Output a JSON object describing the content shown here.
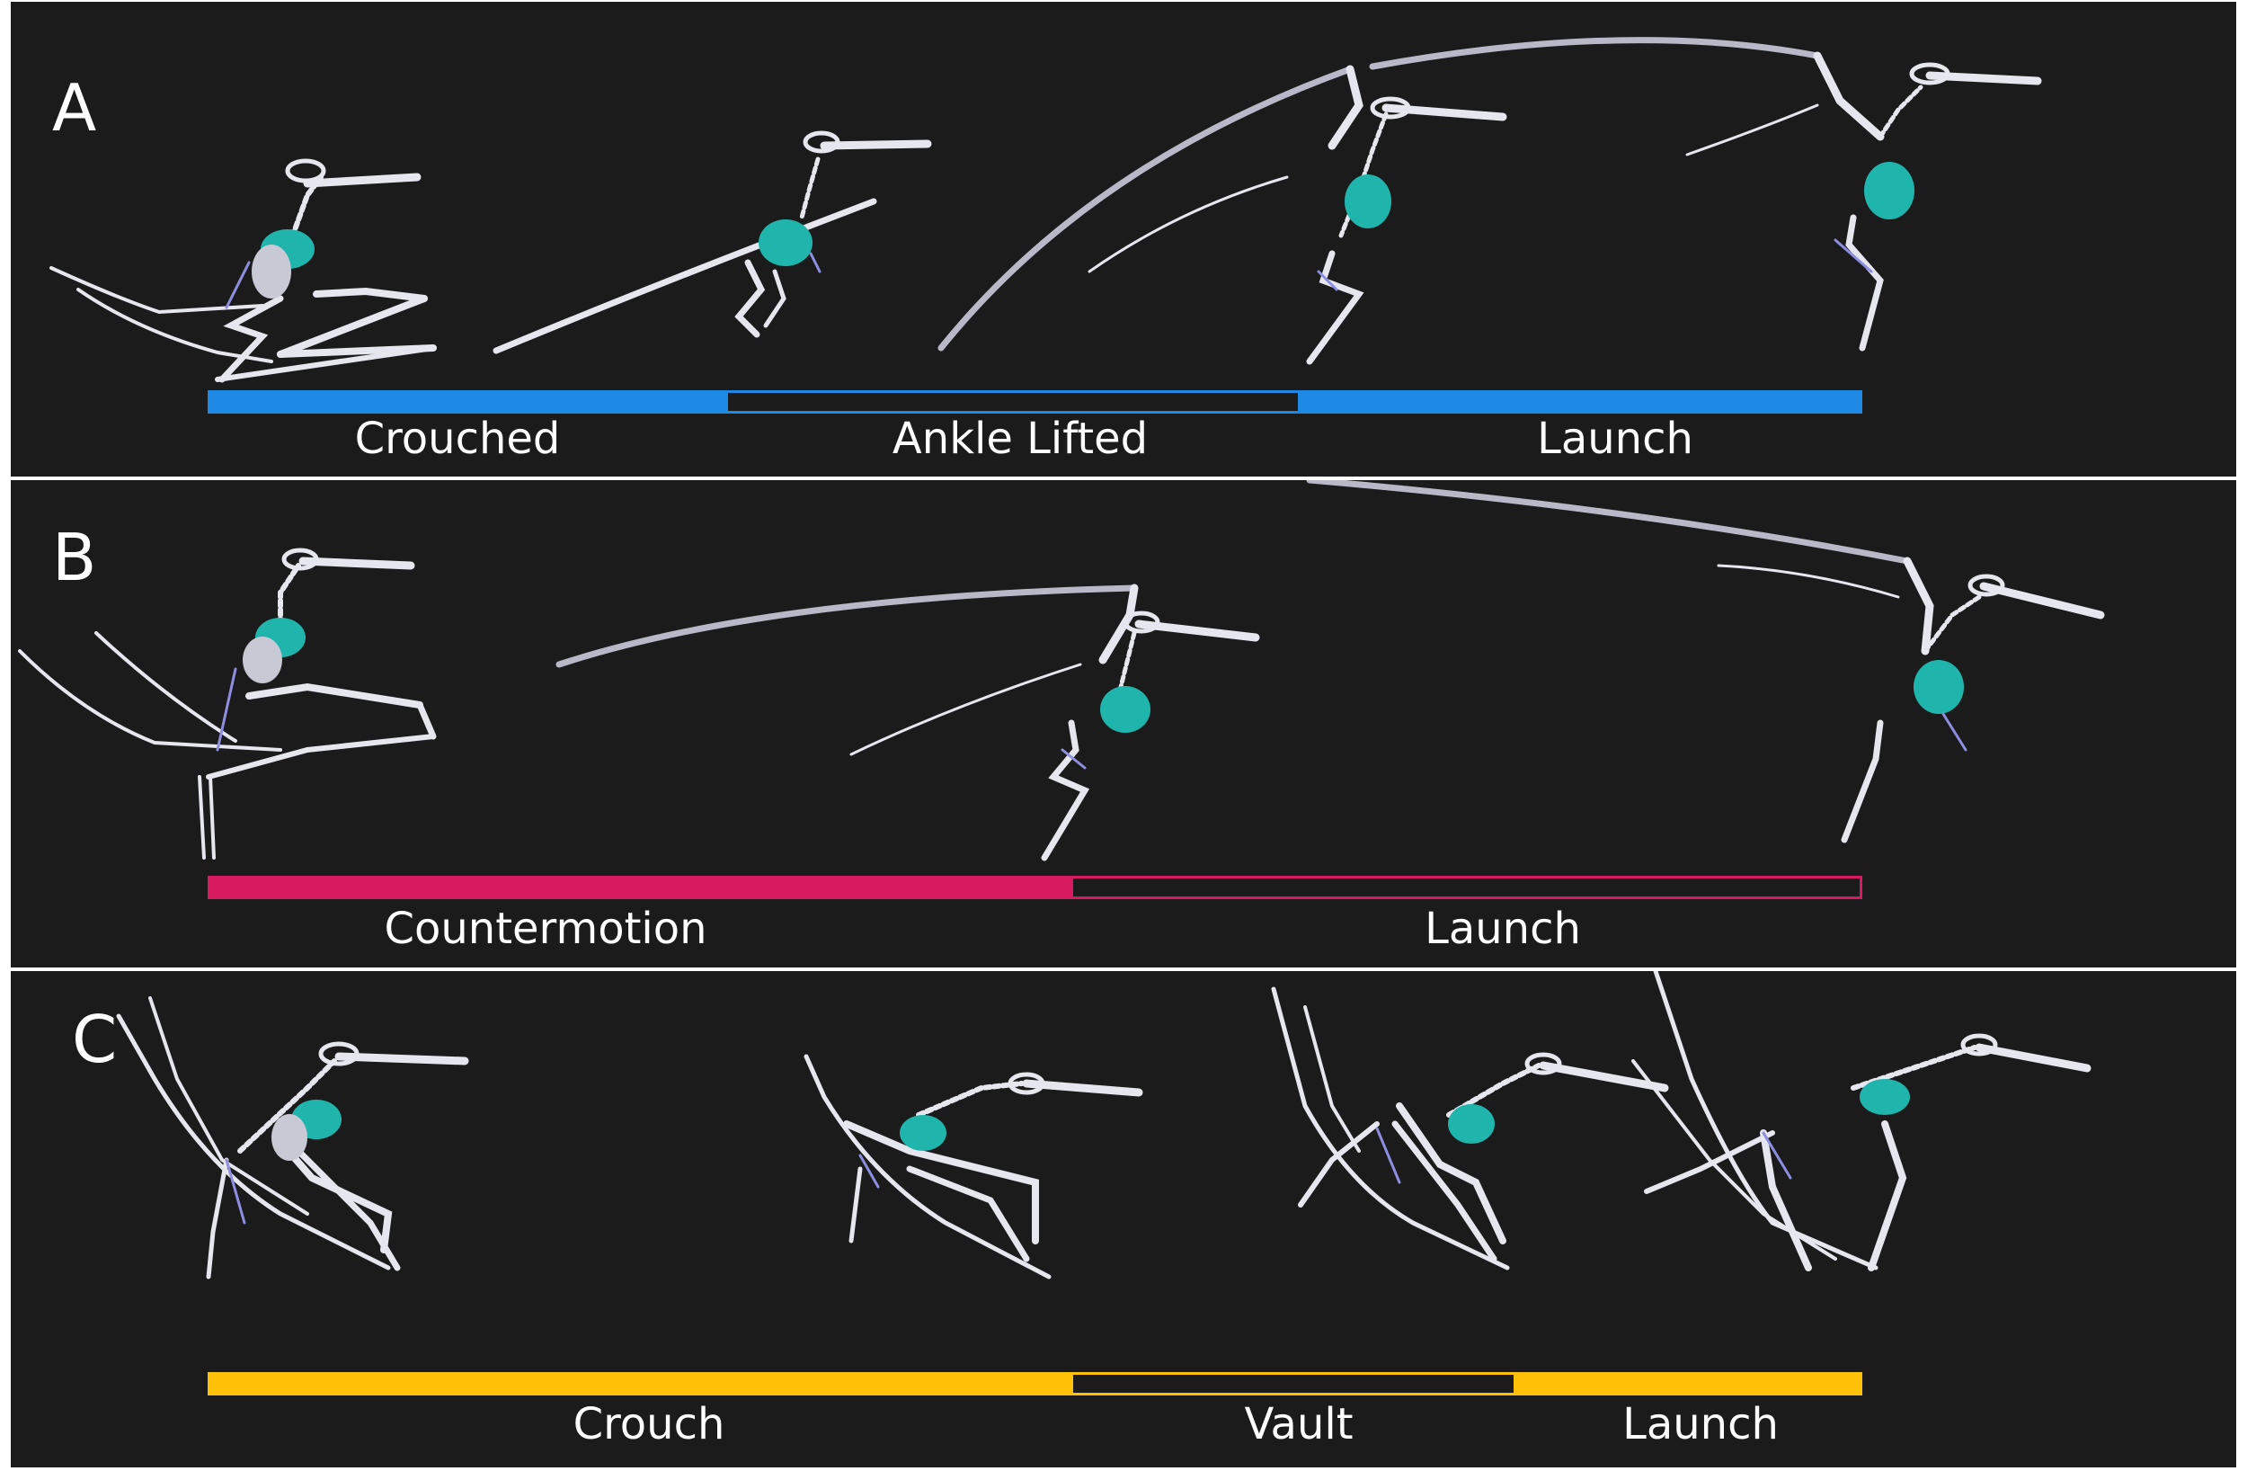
{
  "colors": {
    "background": "#1b1b1b",
    "panel_a_accent": "#1e88e5",
    "panel_b_accent": "#d81b60",
    "panel_c_accent": "#ffc107",
    "bone": "#e8e8ee",
    "muscle": "#1fb5ad"
  },
  "panels": [
    {
      "letter": "A",
      "phases": [
        {
          "label": "Crouched",
          "style": "filled"
        },
        {
          "label": "Ankle Lifted",
          "style": "outline"
        },
        {
          "label": "Launch",
          "style": "filled"
        }
      ],
      "poses": [
        "crouched",
        "ankle-lifted",
        "launch-early",
        "launch-late"
      ]
    },
    {
      "letter": "B",
      "phases": [
        {
          "label": "Countermotion",
          "style": "filled"
        },
        {
          "label": "Launch",
          "style": "outline"
        }
      ],
      "poses": [
        "countermotion",
        "launch-early",
        "launch-late"
      ]
    },
    {
      "letter": "C",
      "phases": [
        {
          "label": "Crouch",
          "style": "filled"
        },
        {
          "label": "Vault",
          "style": "outline"
        },
        {
          "label": "Launch",
          "style": "filled"
        }
      ],
      "poses": [
        "crouch",
        "crouch-deep",
        "vault",
        "launch"
      ]
    }
  ]
}
